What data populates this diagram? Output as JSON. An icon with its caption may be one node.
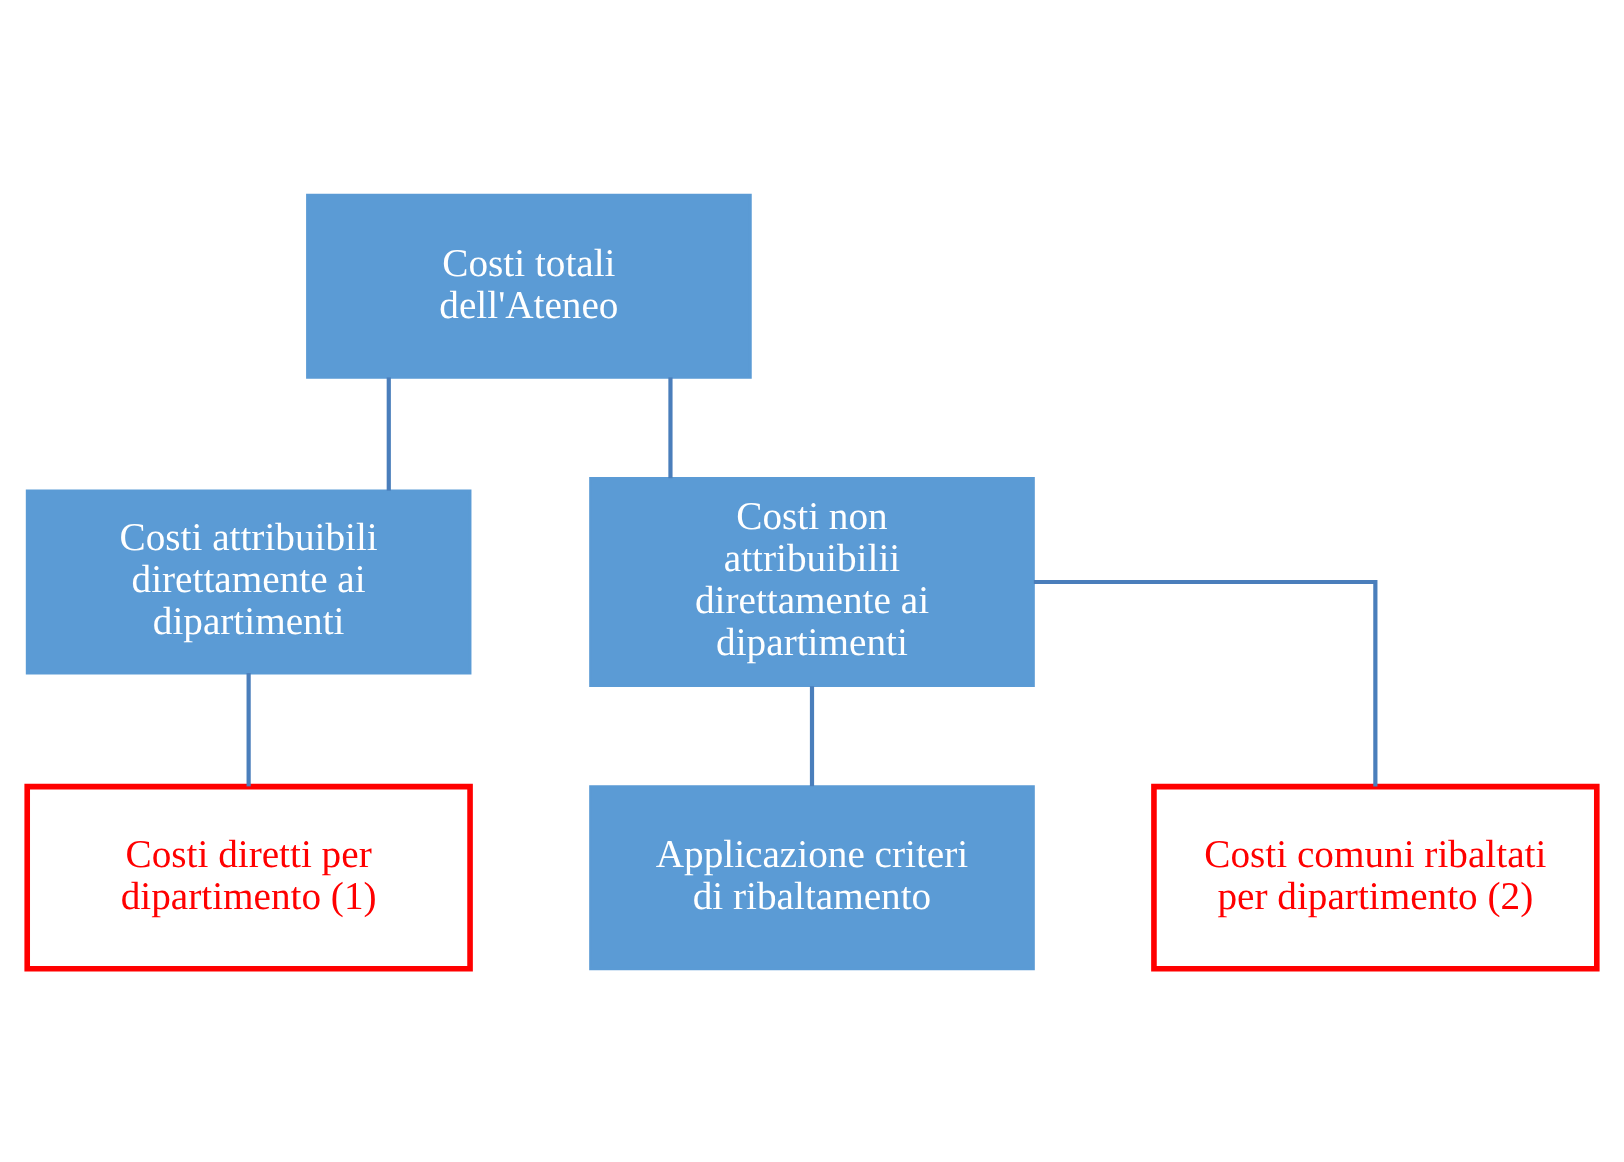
{
  "diagram": {
    "nodes": [
      {
        "text": [
          "Costi totali dell'Ateneo"
        ]
      },
      {
        "text": [
          "Costi attribuibili direttamente ai dipartimenti"
        ]
      },
      {
        "text": [
          "Costi non attribuibilii direttamente ai dipartimenti"
        ]
      },
      {
        "text": [
          "Costi diretti per dipartimento (1)"
        ]
      },
      {
        "text": [
          "Applicazione criteri di ribaltamento"
        ]
      },
      {
        "text": [
          "Costi comuni ribaltati per dipartimento (2)"
        ]
      }
    ],
    "edges": [
      {
        "from": 0,
        "to": 1,
        "arrow": "none"
      },
      {
        "from": 0,
        "to": 2,
        "arrow": "none"
      },
      {
        "from": 1,
        "to": 3,
        "arrow": "none"
      },
      {
        "from": 2,
        "to": 4,
        "arrow": "none"
      },
      {
        "from": 2,
        "to": 5,
        "arrow": "none"
      }
    ]
  }
}
